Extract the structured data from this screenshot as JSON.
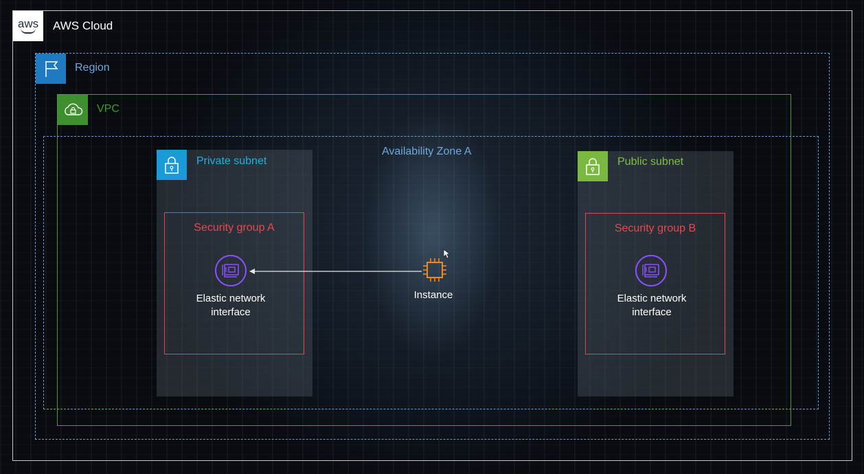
{
  "diagram": {
    "aws_cloud": {
      "label": "AWS Cloud",
      "logo_text": "aws"
    },
    "region": {
      "label": "Region"
    },
    "vpc": {
      "label": "VPC"
    },
    "availability_zone": {
      "label": "Availability Zone A"
    },
    "private_subnet": {
      "label": "Private subnet"
    },
    "public_subnet": {
      "label": "Public subnet"
    },
    "security_group_a": {
      "label": "Security group A"
    },
    "security_group_b": {
      "label": "Security group B"
    },
    "eni_a": {
      "line1": "Elastic network",
      "line2": "interface"
    },
    "eni_b": {
      "line1": "Elastic network",
      "line2": "interface"
    },
    "instance": {
      "label": "Instance"
    }
  },
  "colors": {
    "region": "#5f9ed8",
    "vpc": "#4a9c3a",
    "private_subnet": "#1a9ad6",
    "public_subnet": "#7ab83f",
    "security_group": "#e0454b",
    "eni": "#8c4fff",
    "instance": "#f08a1c"
  },
  "icons": {
    "region": "flag-icon",
    "vpc": "cloud-lock-icon",
    "private_subnet": "padlock-icon",
    "public_subnet": "padlock-icon",
    "eni": "network-card-icon",
    "instance": "chip-icon"
  }
}
